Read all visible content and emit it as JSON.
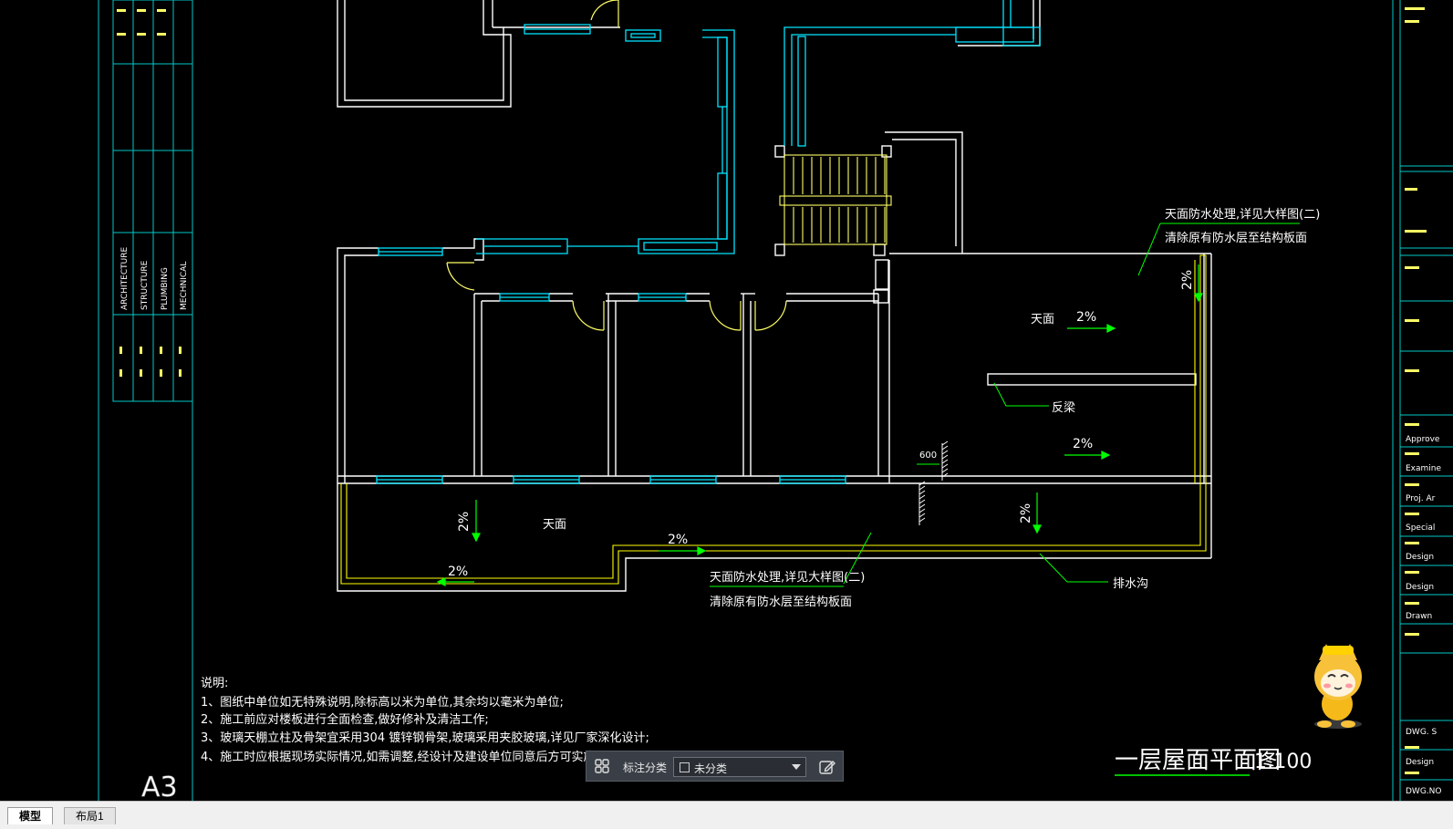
{
  "drawing": {
    "left_strip": {
      "disciplines": [
        "ARCHITECTURE",
        "STRUCTURE",
        "PLUMBING",
        "MECHNICAL"
      ]
    },
    "labels": {
      "roof_top": "天面",
      "roof_bottom": "天面",
      "reverse_beam": "反梁",
      "drain_ditch": "排水沟",
      "dim_600": "600"
    },
    "slopes": [
      "2%",
      "2%",
      "2%",
      "2%",
      "2%",
      "2%",
      "2%"
    ],
    "callouts": {
      "top_line1": "天面防水处理,详见大样图(二)",
      "top_line2": "清除原有防水层至结构板面",
      "bottom_line1": "天面防水处理,详见大样图(二)",
      "bottom_line2": "清除原有防水层至结构板面"
    },
    "notes": {
      "heading": "说明:",
      "items": [
        "1、图纸中单位如无特殊说明,除标高以米为单位,其余均以毫米为单位;",
        "2、施工前应对楼板进行全面检查,做好修补及清洁工作;",
        "3、玻璃天棚立柱及骨架宜采用304 镀锌钢骨架,玻璃采用夹胶玻璃,详见厂家深化设计;",
        "4、施工时应根据现场实际情况,如需调整,经设计及建设单位同意后方可实施。"
      ]
    },
    "title": "一层屋面平面图",
    "scale": "1:100",
    "sheet_size": "A3",
    "title_block": {
      "rows": [
        "Approve",
        "Examine",
        "Proj. Ar",
        "Special",
        "Design",
        "Design",
        "Drawn",
        "DWG. S",
        "Design",
        "DWG.NO"
      ]
    }
  },
  "annotation_toolbar": {
    "label": "标注分类",
    "selected": "未分类"
  },
  "tabs": {
    "model": "模型",
    "layout1": "布局1"
  },
  "colors": {
    "background": "#000000",
    "wall": "#ffffff",
    "window": "#00e5ff",
    "stair": "#ffff66",
    "arrow": "#00ff00",
    "drain": "#ffff00",
    "strip": "#00c8c8"
  }
}
